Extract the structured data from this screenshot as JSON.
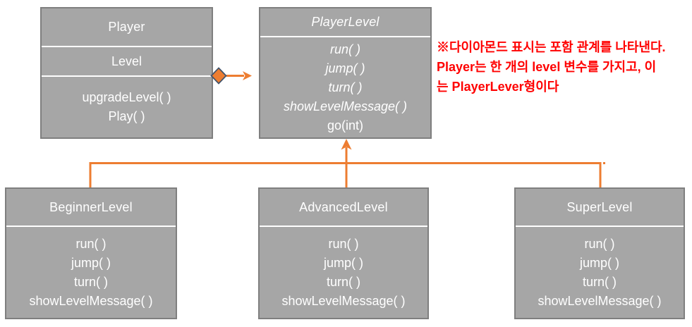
{
  "colors": {
    "box_fill": "#a6a6a6",
    "box_border": "#7f7f7f",
    "separator_white": "#ffffff",
    "connector_orange": "#ed7d31",
    "diamond_stroke": "#44546a",
    "note_red": "#ff0000",
    "box_text": "#ffffff"
  },
  "classes": {
    "player": {
      "name": "Player",
      "attribute": "Level",
      "methods": [
        "upgradeLevel( )",
        "Play( )"
      ]
    },
    "playerLevel": {
      "name": "PlayerLevel",
      "italic_methods": [
        "run( )",
        "jump( )",
        "turn( )",
        "showLevelMessage( )"
      ],
      "plain_methods": [
        "go(int)"
      ]
    },
    "beginnerLevel": {
      "name": "BeginnerLevel",
      "methods": [
        "run( )",
        "jump( )",
        "turn( )",
        "showLevelMessage( )"
      ]
    },
    "advancedLevel": {
      "name": "AdvancedLevel",
      "methods": [
        "run( )",
        "jump( )",
        "turn( )",
        "showLevelMessage( )"
      ]
    },
    "superLevel": {
      "name": "SuperLevel",
      "methods": [
        "run( )",
        "jump( )",
        "turn( )",
        "showLevelMessage( )"
      ]
    }
  },
  "note": {
    "line1": "※다이아몬드 표시는 포함 관계를 나타낸다.",
    "line2": "Player는 한 개의 level 변수를 가지고, 이",
    "line3": "는 PlayerLever형이다"
  }
}
